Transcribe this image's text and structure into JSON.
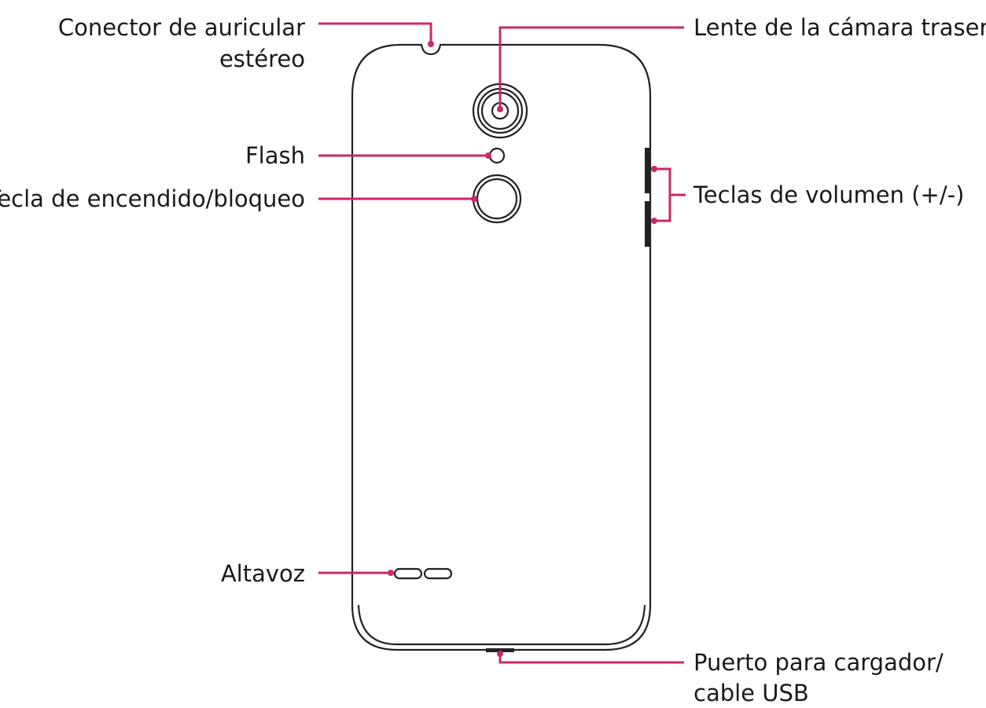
{
  "colors": {
    "leader": "#c8296a",
    "outline": "#222222",
    "text": "#1a1a1a"
  },
  "labels": {
    "headphone_jack_line1": "Conector de auricular",
    "headphone_jack_line2": "estéreo",
    "flash": "Flash",
    "power_key": "Tecla de encendido/bloqueo",
    "speaker": "Altavoz",
    "rear_camera": "Lente de la cámara trasera",
    "volume_keys": "Teclas de volumen (+/-)",
    "charger_port_line1": "Puerto para cargador/",
    "charger_port_line2": "cable USB"
  }
}
